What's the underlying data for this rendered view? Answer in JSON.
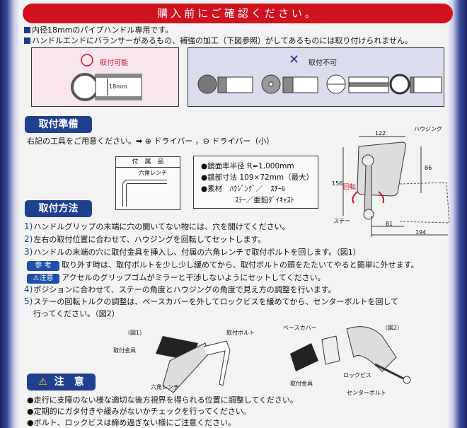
{
  "banner": "購入前にご確認ください。",
  "notes": [
    "内径18mmのパイプハンドル専用です。",
    "ハンドルエンドにバランサーがあるもの、補強の加工（下図参照）がしてあるものには取り付けられません。"
  ],
  "ok": {
    "label": "取付可能",
    "dimension": "18mm"
  },
  "ng": {
    "label": "取付不可"
  },
  "prep": {
    "heading": "取付準備",
    "tools": "右記の工具をご用意ください。➡ ⊕ ドライバー ，⊖ ドライバー（小）"
  },
  "accessory": {
    "title": "付　属　品",
    "item": "六角レンチ"
  },
  "specs": [
    "●鏡面率半径 R=1,000mm",
    "●鏡部寸法 109×72mm（最大）",
    "●素材　ﾊｳｼﾞﾝｸﾞ／　ｽﾁｰﾙ",
    "ｽﾃｰ／亜鉛ﾀﾞｲｷｬｽﾄ"
  ],
  "diagram": {
    "housing": "ハウジング",
    "stay": "ステー",
    "rotate": "回転",
    "w122": "122",
    "h86": "86",
    "h156": "156",
    "w81": "81",
    "w194": "194"
  },
  "method": {
    "heading": "取付方法",
    "steps": [
      {
        "n": "1)",
        "text": "ハンドルグリップの末端に穴の開いてない物には、穴を開けてください。"
      },
      {
        "n": "2)",
        "text": "左右の取付位置に合わせて、ハウジングを回転してセットします。"
      },
      {
        "n": "3)",
        "text": "ハンドルの末端の穴に取付金具を挿入し、付属の六角レンチで取付ボルトを回します。（図1）"
      },
      {
        "n": "4)",
        "text": "ポジションに合わせて、ステーの角度とハウジングの角度で見え方の調整を行います。"
      },
      {
        "n": "5)",
        "text": "ステーの回転トルクの調整は、ベースカバーを外してロックビスを緩めてから、センターボルトを回して"
      }
    ],
    "step5_cont": "行ってください。（図2）",
    "ref_tag": "参 考",
    "ref_text": "取り外す時は、取付ボルトを少し少し緩めてから、取付ボルトの頭をたたいてやると簡単に外せます。",
    "caution_tag": "⚠注意",
    "caution_text": "アクセルのグリップゴムがミラーと干渉しないようにセットしてください。"
  },
  "fig1": {
    "title": "（図1）",
    "bolt": "取付ボルト",
    "fitting": "取付金具",
    "wrench": "六角レンチ"
  },
  "fig2": {
    "title": "（図2）",
    "cover": "ベースカバー",
    "fitting": "取付金具",
    "lockscrew": "ロックビス",
    "centerbolt": "センターボルト"
  },
  "warning": {
    "heading": "注　意",
    "items": [
      "●走行に支障のない様な適切な後方視界を得られる位置に調整してください。",
      "●定期的にガタ付きや緩みがないかチェックを行ってください。",
      "●ボルト、ロックビスは締め過ぎない様にご注意ください。"
    ]
  }
}
